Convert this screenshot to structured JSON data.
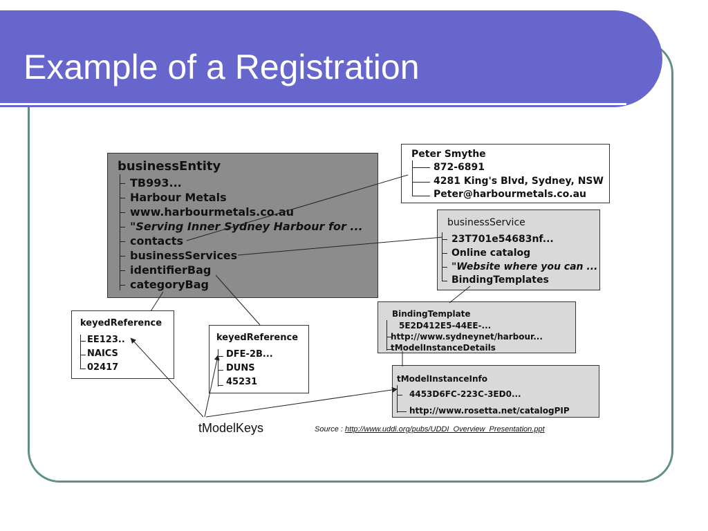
{
  "slide": {
    "title": "Example of a Registration"
  },
  "business_entity": {
    "header": "businessEntity",
    "items": [
      "TB993...",
      "Harbour Metals",
      "www.harbourmetals.co.au",
      "\"Serving Inner Sydney Harbour for ...",
      "contacts",
      "businessServices",
      "identifierBag",
      "categoryBag"
    ]
  },
  "contact": {
    "header": "Peter Smythe",
    "items": [
      "872-6891",
      "4281 King's Blvd, Sydney, NSW",
      "Peter@harbourmetals.co.au"
    ]
  },
  "business_service": {
    "header": "businessService",
    "items": [
      "23T701e54683nf...",
      "Online catalog",
      "\"Website where you can ...",
      "BindingTemplates"
    ]
  },
  "binding_template": {
    "header": "BindingTemplate",
    "items": [
      "5E2D412E5-44EE-...",
      "http://www.sydneynet/harbour...",
      "tModelInstanceDetails"
    ]
  },
  "tmodel_instance_info": {
    "header": "tModelInstanceInfo",
    "items": [
      "4453D6FC-223C-3ED0...",
      "http://www.rosetta.net/catalogPIP"
    ]
  },
  "keyed_reference_1": {
    "header": "keyedReference",
    "items": [
      "EE123..",
      "NAICS",
      "02417"
    ]
  },
  "keyed_reference_2": {
    "header": "keyedReference",
    "items": [
      "DFE-2B...",
      "DUNS",
      "45231"
    ]
  },
  "tmodel_keys_label": "tModelKeys",
  "source": {
    "prefix": "Source : ",
    "link": "http://www.uddi.org/pubs/UDDI_Overview_Presentation.ppt"
  }
}
